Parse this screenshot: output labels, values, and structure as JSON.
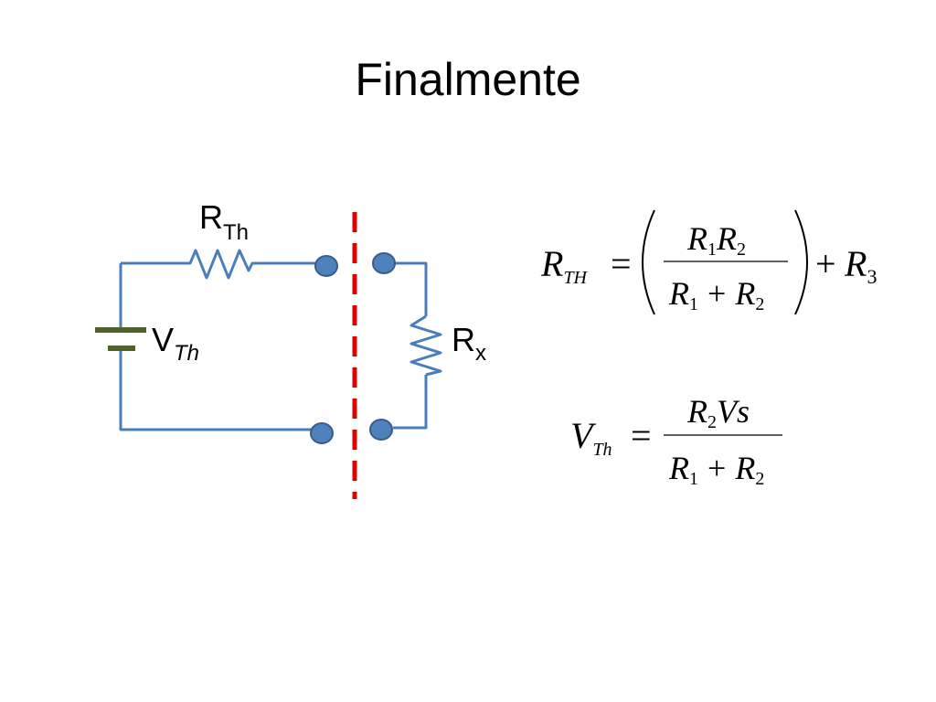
{
  "slide": {
    "title": "Finalmente"
  },
  "circuit": {
    "source": {
      "main": "V",
      "sub": "Th"
    },
    "series_resistor": {
      "main": "R",
      "sub": "Th"
    },
    "load_resistor": {
      "main": "R",
      "sub": "x"
    },
    "colors": {
      "wire": "#4a7ebb",
      "battery": "#4f6228",
      "terminal": "#4f81bd",
      "terminal_outline": "#385d8a",
      "cut_line": "#e00000"
    }
  },
  "equations": {
    "rth": {
      "lhs": {
        "main": "R",
        "sub": "TH"
      },
      "equals": "=",
      "numerator": [
        {
          "main": "R",
          "sub": "1"
        },
        {
          "main": "R",
          "sub": "2"
        }
      ],
      "denominator": [
        {
          "main": "R",
          "sub": "1"
        },
        {
          "op": "+"
        },
        {
          "main": "R",
          "sub": "2"
        }
      ],
      "plus": "+",
      "tail": {
        "main": "R",
        "sub": "3"
      }
    },
    "vth": {
      "lhs": {
        "main": "V",
        "sub": "Th"
      },
      "equals": "=",
      "numerator": [
        {
          "main": "R",
          "sub": "2"
        },
        {
          "main": "Vs"
        }
      ],
      "denominator": [
        {
          "main": "R",
          "sub": "1"
        },
        {
          "op": "+"
        },
        {
          "main": "R",
          "sub": "2"
        }
      ]
    }
  }
}
